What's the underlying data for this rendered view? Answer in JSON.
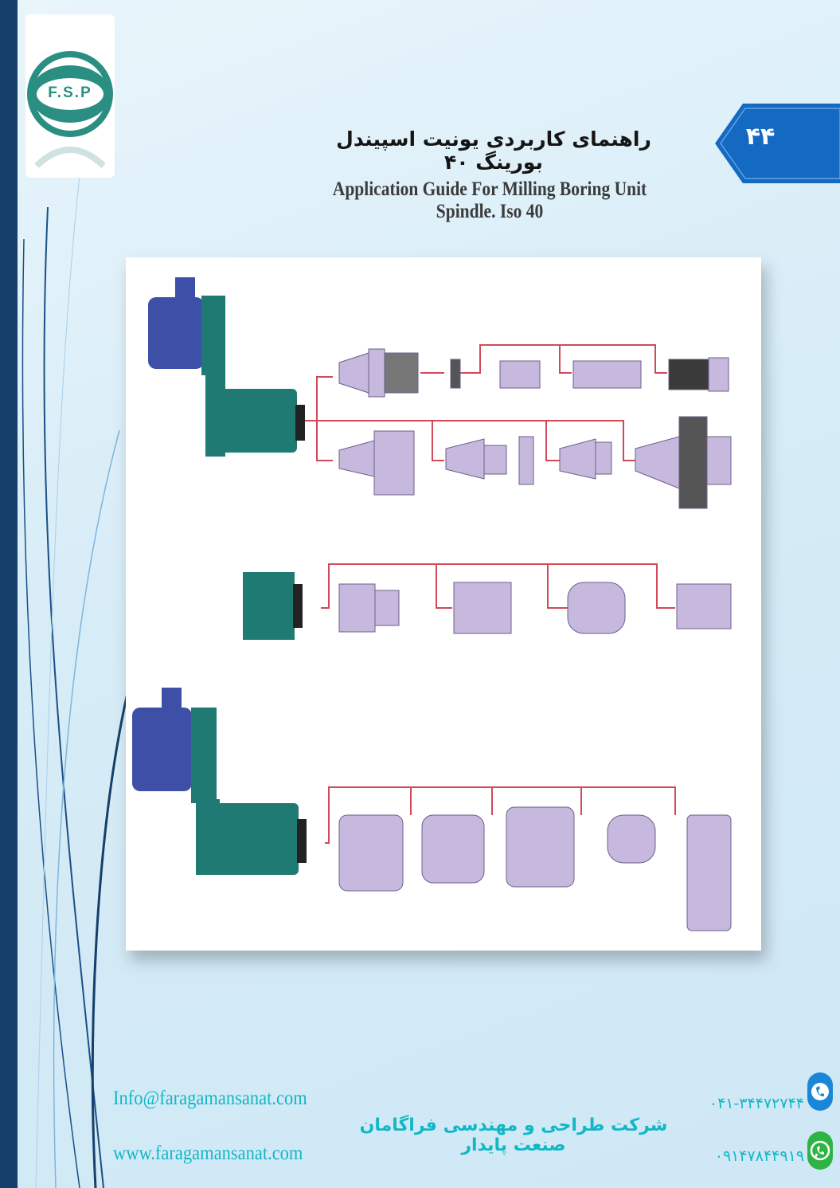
{
  "logo": {
    "text": "F.S.P",
    "color": "#2a8e82"
  },
  "page_number": "۴۴",
  "title": {
    "persian": "راهنمای کاربردی یونیت اسپیندل بورینگ ۴۰",
    "english": "Application Guide For Milling Boring Unit Spindle. Iso 40"
  },
  "footer": {
    "email": "Info@faragamansanat.com",
    "website": "www.faragamansanat.com",
    "company": "شرکت طراحی و مهندسی فراگامان صنعت پایدار",
    "phone": "۰۴۱-۳۴۴۷۲۷۴۴",
    "mobile": "۰۹۱۴۷۸۴۴۹۱۹"
  },
  "icons": {
    "phone": "phone-icon",
    "whatsapp": "whatsapp-icon"
  },
  "colors": {
    "accent_blue": "#1469c3",
    "footer_text": "#12b7c6",
    "left_bar": "#163f6c",
    "motor": "#3d4fa6",
    "spindle_body": "#1e7a72",
    "tool": "#c7b8de",
    "connector_line": "#d04a5a"
  }
}
